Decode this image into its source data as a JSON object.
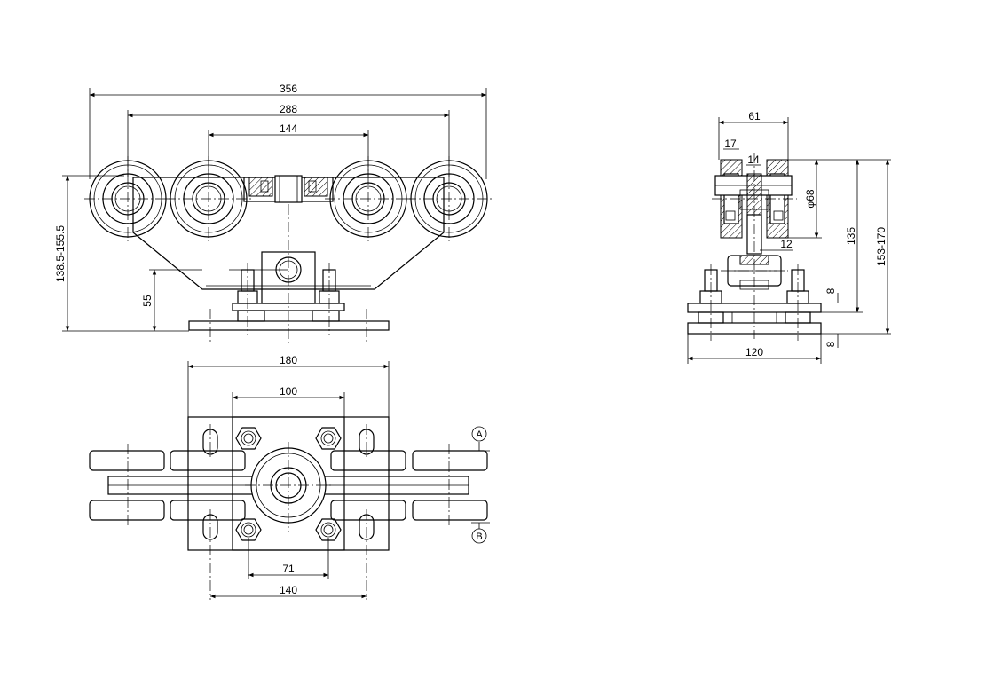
{
  "drawing": {
    "front_view": {
      "dimensions": {
        "overall_width": "356",
        "outer_wheel_spacing": "288",
        "inner_wheel_spacing": "144",
        "height_range": "138.5-155.5",
        "base_height": "55"
      }
    },
    "top_view": {
      "dimensions": {
        "plate_width": "180",
        "bolt_spacing_top": "100",
        "bolt_spacing_bottom": "71",
        "slot_spacing": "140"
      },
      "section_markers": {
        "a": "A",
        "b": "B"
      }
    },
    "side_view": {
      "dimensions": {
        "wheel_width": "61",
        "flange": "17",
        "axle": "14",
        "wheel_diameter": "φ68",
        "spacer": "12",
        "height_135": "135",
        "height_range": "153-170",
        "plate_thickness_top": "8",
        "plate_thickness_bottom": "8",
        "plate_width": "120"
      }
    }
  }
}
